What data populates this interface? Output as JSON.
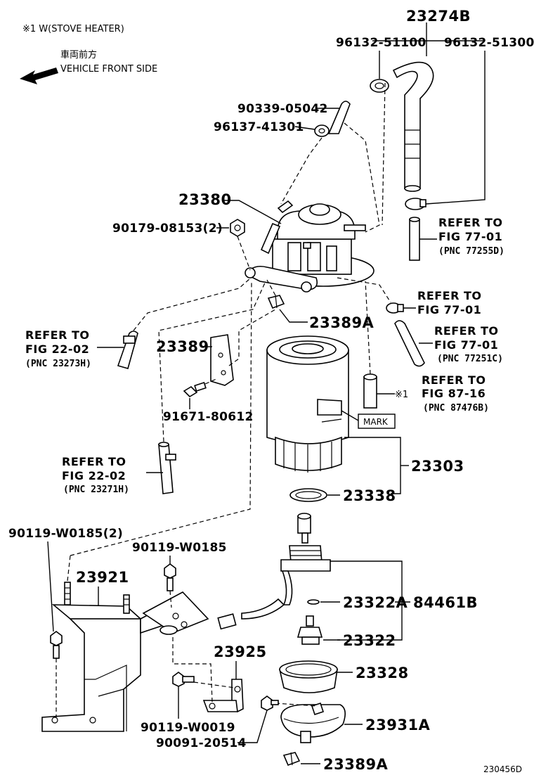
{
  "diagram_id": "230456D",
  "notes": {
    "stove_heater": "※1  W(STOVE HEATER)",
    "direction_jp": "車両前方",
    "direction_en": "VEHICLE FRONT SIDE"
  },
  "labels": {
    "p23274B": "23274B",
    "p9613251100": "96132-51100",
    "p9613251300": "96132-51300",
    "p9033905042": "90339-05042",
    "p9613741301": "96137-41301",
    "p23380": "23380",
    "p9017908153": "90179-08153(2)",
    "p23389A_top": "23389A",
    "p23389": "23389",
    "p9167180612": "91671-80612",
    "p23303": "23303",
    "p23338": "23338",
    "p9011 9W0185_2": "90119-W0185(2)",
    "p90119W0185": "90119-W0185",
    "p23921": "23921",
    "p23322A": "23322A",
    "p84461B": "84461B",
    "p23322": "23322",
    "p23925": "23925",
    "p23328": "23328",
    "p90119W0019": "90119-W0019",
    "p9009120514": "90091-20514",
    "p23931A": "23931A",
    "p23389A_bottom": "23389A",
    "mark": "MARK",
    "star1": "※1"
  },
  "references": {
    "r7701_a": {
      "line1": "REFER TO",
      "line2": "FIG 77-01",
      "pnc": "(PNC 77255D)"
    },
    "r7701_b": {
      "line1": "REFER TO",
      "line2": "FIG 77-01"
    },
    "r7701_c": {
      "line1": "REFER TO",
      "line2": "FIG 77-01",
      "pnc": "(PNC 77251C)"
    },
    "r8716": {
      "line1": "REFER TO",
      "line2": "FIG 87-16",
      "pnc": "(PNC 87476B)"
    },
    "r2202_a": {
      "line1": "REFER TO",
      "line2": "FIG 22-02",
      "pnc": "(PNC 23273H)"
    },
    "r2202_b": {
      "line1": "REFER TO",
      "line2": "FIG 22-02",
      "pnc": "(PNC 23271H)"
    }
  }
}
